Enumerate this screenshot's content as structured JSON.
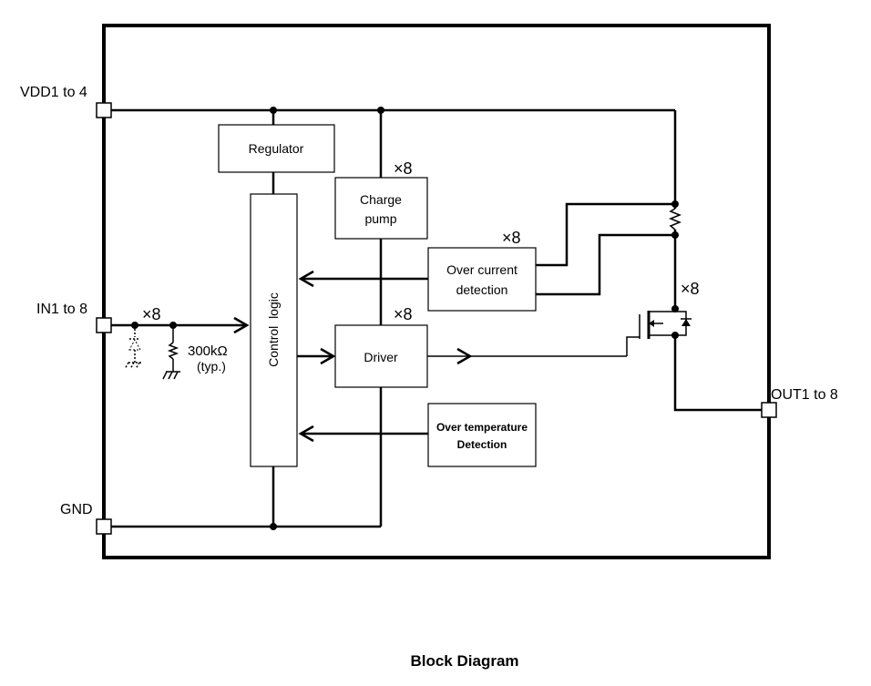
{
  "pins": {
    "vdd": "VDD1 to 4",
    "in": "IN1 to 8",
    "gnd": "GND",
    "out": "OUT1 to 8"
  },
  "blocks": {
    "regulator": "Regulator",
    "control_logic": "Control  logic",
    "charge_pump_line1": "Charge",
    "charge_pump_line2": "pump",
    "over_current_line1": "Over current",
    "over_current_line2": "detection",
    "driver": "Driver",
    "over_temp_line1": "Over temperature",
    "over_temp_line2": "Detection"
  },
  "multipliers": {
    "charge_pump": "×8",
    "over_current": "×8",
    "driver": "×8",
    "input": "×8",
    "output_fet": "×8"
  },
  "input_resistor": {
    "value": "300kΩ",
    "note": "(typ.)"
  },
  "caption": "Block Diagram"
}
